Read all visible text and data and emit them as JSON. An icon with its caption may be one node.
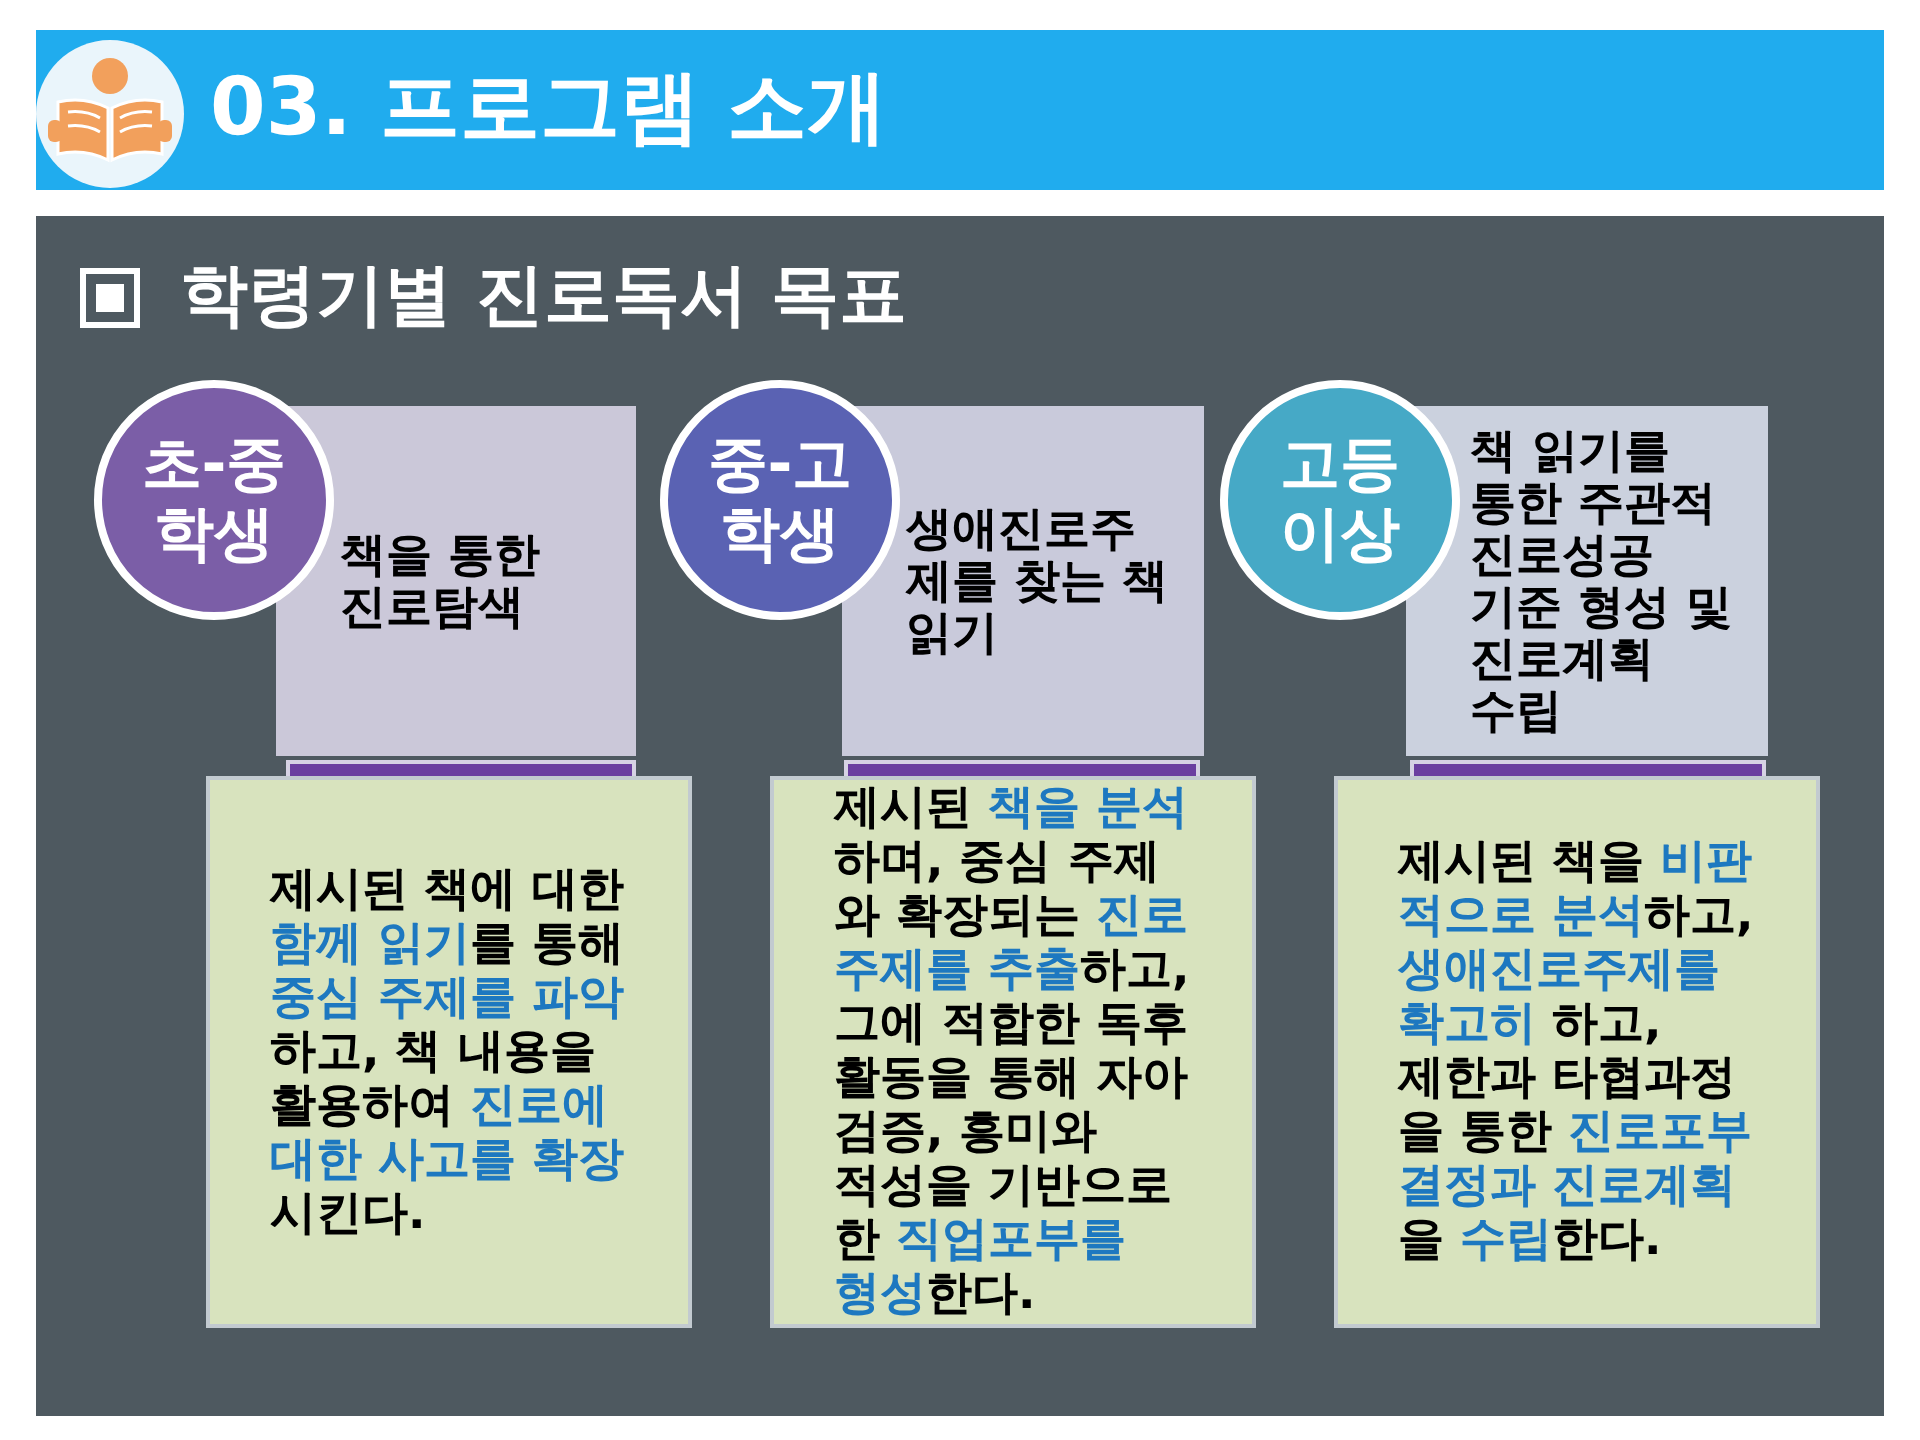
{
  "diagram": {
    "title": "03. 프로그램 소개",
    "nodes": [
      {
        "text": [
          "학령기별 진로독서 목표"
        ]
      },
      {
        "text": [
          "초-중 학생"
        ],
        "in": 0
      },
      {
        "text": [
          "책을 통한 진로탐색"
        ],
        "in": 0
      },
      {
        "text": [
          "제시된 책에 대한 **함께 읽기**를 통해 **중심 주제를 파악** 하고, 책 내용을 활용하여 **진로에 대한 사고를 확장** 시킨다."
        ],
        "in": 0
      },
      {
        "text": [
          "중-고 학생"
        ],
        "in": 0
      },
      {
        "text": [
          "생애진로주 제를 찾는 책 읽기"
        ],
        "in": 0
      },
      {
        "text": [
          "제시된 **책을 분석** 하며, 중심 주제 와 확장되는 **진로 주제를 추출**하고, 그에 적합한 독후 활동을 통해 자아 검증, 흥미와 적성을 기반으로 한 **직업포부를 형성**한다."
        ],
        "in": 0
      },
      {
        "text": [
          "고등 이상"
        ],
        "in": 0
      },
      {
        "text": [
          "책 읽기를 통한 주관적 진로성공 기준 형성 및 진로계획 수립"
        ],
        "in": 0
      },
      {
        "text": [
          "제시된 책을 **비판 적으로 분석**하고, **생애진로주제를 확고히** 하고, 제한과 타협과정 을 통한 **진로포부 결정과 진로계획** 을 **수립**한다."
        ],
        "in": 0
      }
    ]
  }
}
